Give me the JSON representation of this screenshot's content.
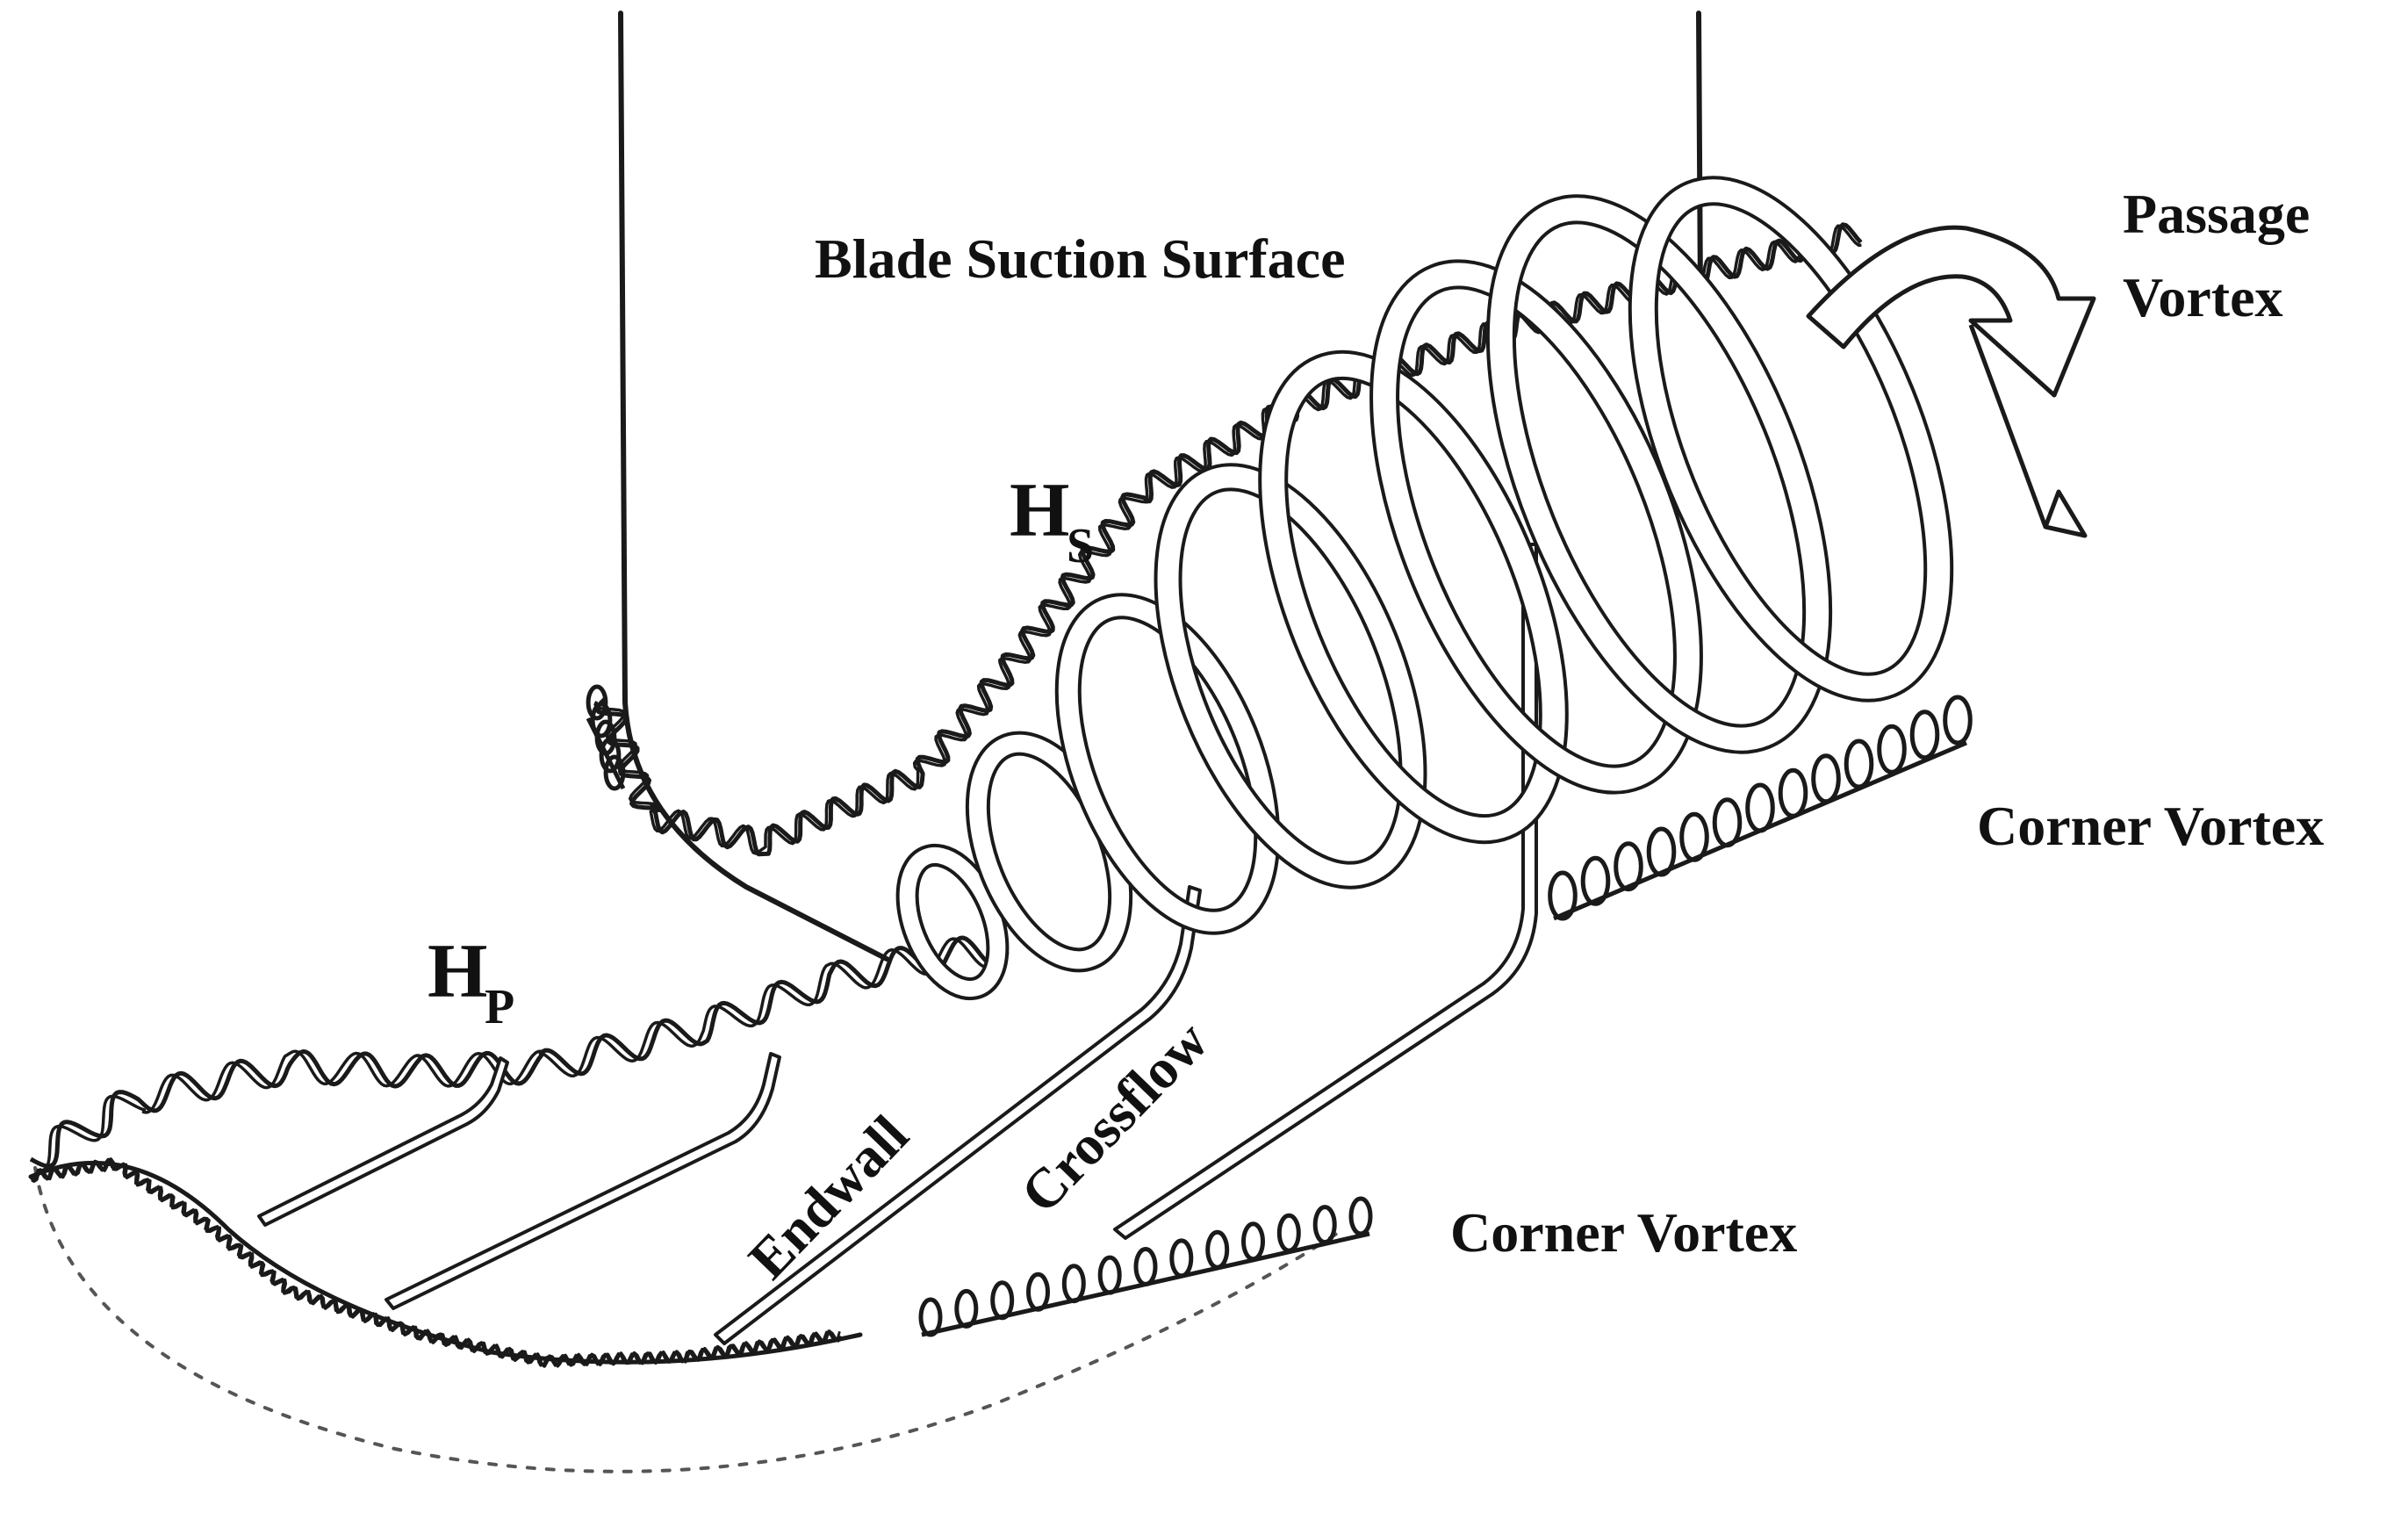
{
  "labels": {
    "blade_suction_surface": "Blade Suction Surface",
    "passage_vortex_line1": "Passage",
    "passage_vortex_line2": "Vortex",
    "hs_main": "H",
    "hs_sub": "S",
    "hp_main": "H",
    "hp_sub": "P",
    "corner_vortex_right": "Corner Vortex",
    "corner_vortex_bottom": "Corner Vortex",
    "endwall": "Endwall",
    "crossflow": "Crossflow"
  },
  "colors": {
    "ink": "#1a1a1a",
    "background": "#ffffff",
    "dotted_outline": "#555555"
  }
}
